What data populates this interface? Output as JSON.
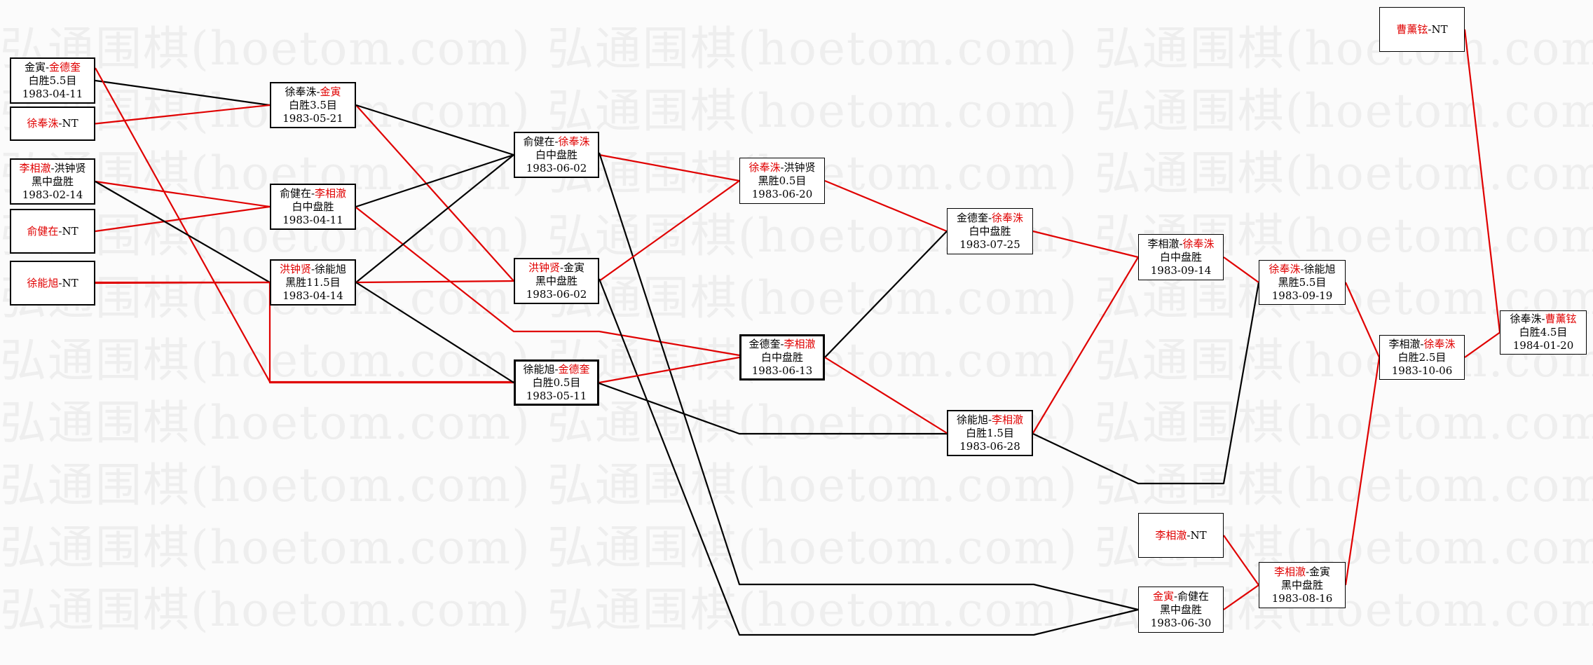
{
  "watermark": "弘通围棋(hoetom.com) 弘通围棋(hoetom.com) 弘通围棋(hoetom.com) 弘通围棋(hoetom.com) 弘通围棋(hoetom.com) 弘通围棋(hoetom.com)",
  "colors": {
    "winner": "#e00000",
    "line_red": "#e00000",
    "line_black": "#000000",
    "box_border": "#000000"
  },
  "matches": [
    {
      "id": "m1",
      "p1": "金寅",
      "p2": "金德奎",
      "winner": 2,
      "result": "白胜5.5目",
      "date": "1983-04-11"
    },
    {
      "id": "m2",
      "p1": "徐奉洙",
      "p2": "NT",
      "winner": 1,
      "result": "",
      "date": ""
    },
    {
      "id": "m3",
      "p1": "李相澈",
      "p2": "洪钟贤",
      "winner": 1,
      "result": "黑中盘胜",
      "date": "1983-02-14"
    },
    {
      "id": "m4",
      "p1": "俞健在",
      "p2": "NT",
      "winner": 1,
      "result": "",
      "date": ""
    },
    {
      "id": "m5",
      "p1": "徐能旭",
      "p2": "NT",
      "winner": 1,
      "result": "",
      "date": ""
    },
    {
      "id": "m6",
      "p1": "徐奉洙",
      "p2": "金寅",
      "winner": 2,
      "result": "白胜3.5目",
      "date": "1983-05-21"
    },
    {
      "id": "m7",
      "p1": "俞健在",
      "p2": "李相澈",
      "winner": 2,
      "result": "白中盘胜",
      "date": "1983-04-11"
    },
    {
      "id": "m8",
      "p1": "洪钟贤",
      "p2": "徐能旭",
      "winner": 1,
      "result": "黑胜11.5目",
      "date": "1983-04-14"
    },
    {
      "id": "m9",
      "p1": "俞健在",
      "p2": "徐奉洙",
      "winner": 2,
      "result": "白中盘胜",
      "date": "1983-06-02"
    },
    {
      "id": "m10",
      "p1": "洪钟贤",
      "p2": "金寅",
      "winner": 1,
      "result": "黑中盘胜",
      "date": "1983-06-02"
    },
    {
      "id": "m11",
      "p1": "徐能旭",
      "p2": "金德奎",
      "winner": 2,
      "result": "白胜0.5目",
      "date": "1983-05-11"
    },
    {
      "id": "m12",
      "p1": "徐奉洙",
      "p2": "洪钟贤",
      "winner": 1,
      "result": "黑胜0.5目",
      "date": "1983-06-20"
    },
    {
      "id": "m13",
      "p1": "金德奎",
      "p2": "李相澈",
      "winner": 2,
      "result": "白中盘胜",
      "date": "1983-06-13"
    },
    {
      "id": "m14",
      "p1": "金德奎",
      "p2": "徐奉洙",
      "winner": 2,
      "result": "白中盘胜",
      "date": "1983-07-25"
    },
    {
      "id": "m15",
      "p1": "徐能旭",
      "p2": "李相澈",
      "winner": 2,
      "result": "白胜1.5目",
      "date": "1983-06-28"
    },
    {
      "id": "m16",
      "p1": "李相澈",
      "p2": "NT",
      "winner": 1,
      "result": "",
      "date": ""
    },
    {
      "id": "m17",
      "p1": "金寅",
      "p2": "俞健在",
      "winner": 1,
      "result": "黑中盘胜",
      "date": "1983-06-30"
    },
    {
      "id": "m18",
      "p1": "李相澈",
      "p2": "徐奉洙",
      "winner": 2,
      "result": "白中盘胜",
      "date": "1983-09-14"
    },
    {
      "id": "m19",
      "p1": "徐奉洙",
      "p2": "徐能旭",
      "winner": 1,
      "result": "黑胜5.5目",
      "date": "1983-09-19"
    },
    {
      "id": "m20",
      "p1": "李相澈",
      "p2": "金寅",
      "winner": 1,
      "result": "黑中盘胜",
      "date": "1983-08-16"
    },
    {
      "id": "m21",
      "p1": "李相澈",
      "p2": "徐奉洙",
      "winner": 2,
      "result": "白胜2.5目",
      "date": "1983-10-06"
    },
    {
      "id": "m22",
      "p1": "曹薰铉",
      "p2": "NT",
      "winner": 1,
      "result": "",
      "date": ""
    },
    {
      "id": "m23",
      "p1": "徐奉洙",
      "p2": "曹薰铉",
      "winner": 2,
      "result": "白胜4.5目",
      "date": "1984-01-20"
    }
  ],
  "connections": [
    {
      "from": "m1",
      "to": "m6",
      "color": "black"
    },
    {
      "from": "m2",
      "to": "m6",
      "color": "red"
    },
    {
      "from": "m1",
      "to": "m11",
      "color": "red"
    },
    {
      "from": "m3",
      "to": "m7",
      "color": "red"
    },
    {
      "from": "m4",
      "to": "m7",
      "color": "red"
    },
    {
      "from": "m3",
      "to": "m8",
      "color": "black"
    },
    {
      "from": "m5",
      "to": "m8",
      "color": "red"
    },
    {
      "from": "m5",
      "to": "m11",
      "color": "red"
    },
    {
      "from": "m6",
      "to": "m10",
      "color": "red"
    },
    {
      "from": "m6",
      "to": "m9",
      "color": "black"
    },
    {
      "from": "m7",
      "to": "m9",
      "color": "black"
    },
    {
      "from": "m7",
      "to": "m13",
      "color": "red"
    },
    {
      "from": "m8",
      "to": "m9",
      "color": "black"
    },
    {
      "from": "m8",
      "to": "m10",
      "color": "red"
    },
    {
      "from": "m8",
      "to": "m11",
      "color": "black"
    },
    {
      "from": "m9",
      "to": "m12",
      "color": "red"
    },
    {
      "from": "m9",
      "to": "m17",
      "color": "black"
    },
    {
      "from": "m10",
      "to": "m12",
      "color": "red"
    },
    {
      "from": "m10",
      "to": "m17",
      "color": "black"
    },
    {
      "from": "m11",
      "to": "m13",
      "color": "red"
    },
    {
      "from": "m11",
      "to": "m15",
      "color": "black"
    },
    {
      "from": "m12",
      "to": "m14",
      "color": "red"
    },
    {
      "from": "m13",
      "to": "m14",
      "color": "black"
    },
    {
      "from": "m13",
      "to": "m15",
      "color": "red"
    },
    {
      "from": "m14",
      "to": "m18",
      "color": "red"
    },
    {
      "from": "m15",
      "to": "m18",
      "color": "red"
    },
    {
      "from": "m15",
      "to": "m19",
      "color": "black"
    },
    {
      "from": "m16",
      "to": "m20",
      "color": "red"
    },
    {
      "from": "m17",
      "to": "m20",
      "color": "red"
    },
    {
      "from": "m18",
      "to": "m19",
      "color": "red"
    },
    {
      "from": "m19",
      "to": "m21",
      "color": "red"
    },
    {
      "from": "m20",
      "to": "m21",
      "color": "red"
    },
    {
      "from": "m21",
      "to": "m23",
      "color": "red"
    },
    {
      "from": "m22",
      "to": "m23",
      "color": "red"
    }
  ]
}
